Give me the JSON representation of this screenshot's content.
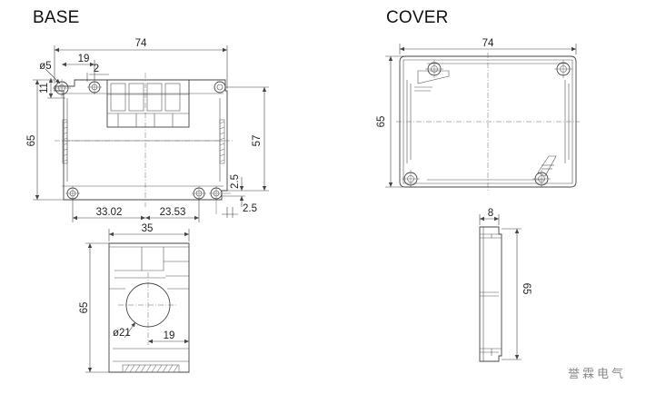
{
  "titles": {
    "base": "BASE",
    "cover": "COVER"
  },
  "base_top": {
    "width": "74",
    "hole_dia": "ø5",
    "hole_offset_x": "19",
    "hole_offset_small": "2",
    "hole_offset_y": "11",
    "height": "65",
    "inner_height": "57",
    "spacing_left": "33.02",
    "spacing_right": "23.53",
    "foot_h": "2.5",
    "foot_w": "2.5"
  },
  "base_side": {
    "width": "35",
    "height": "65",
    "hole_dia": "ø21",
    "hole_x": "19"
  },
  "cover_top": {
    "width": "74",
    "height": "65"
  },
  "cover_side": {
    "width": "8",
    "height": "65"
  },
  "brand": "誉霖电气"
}
